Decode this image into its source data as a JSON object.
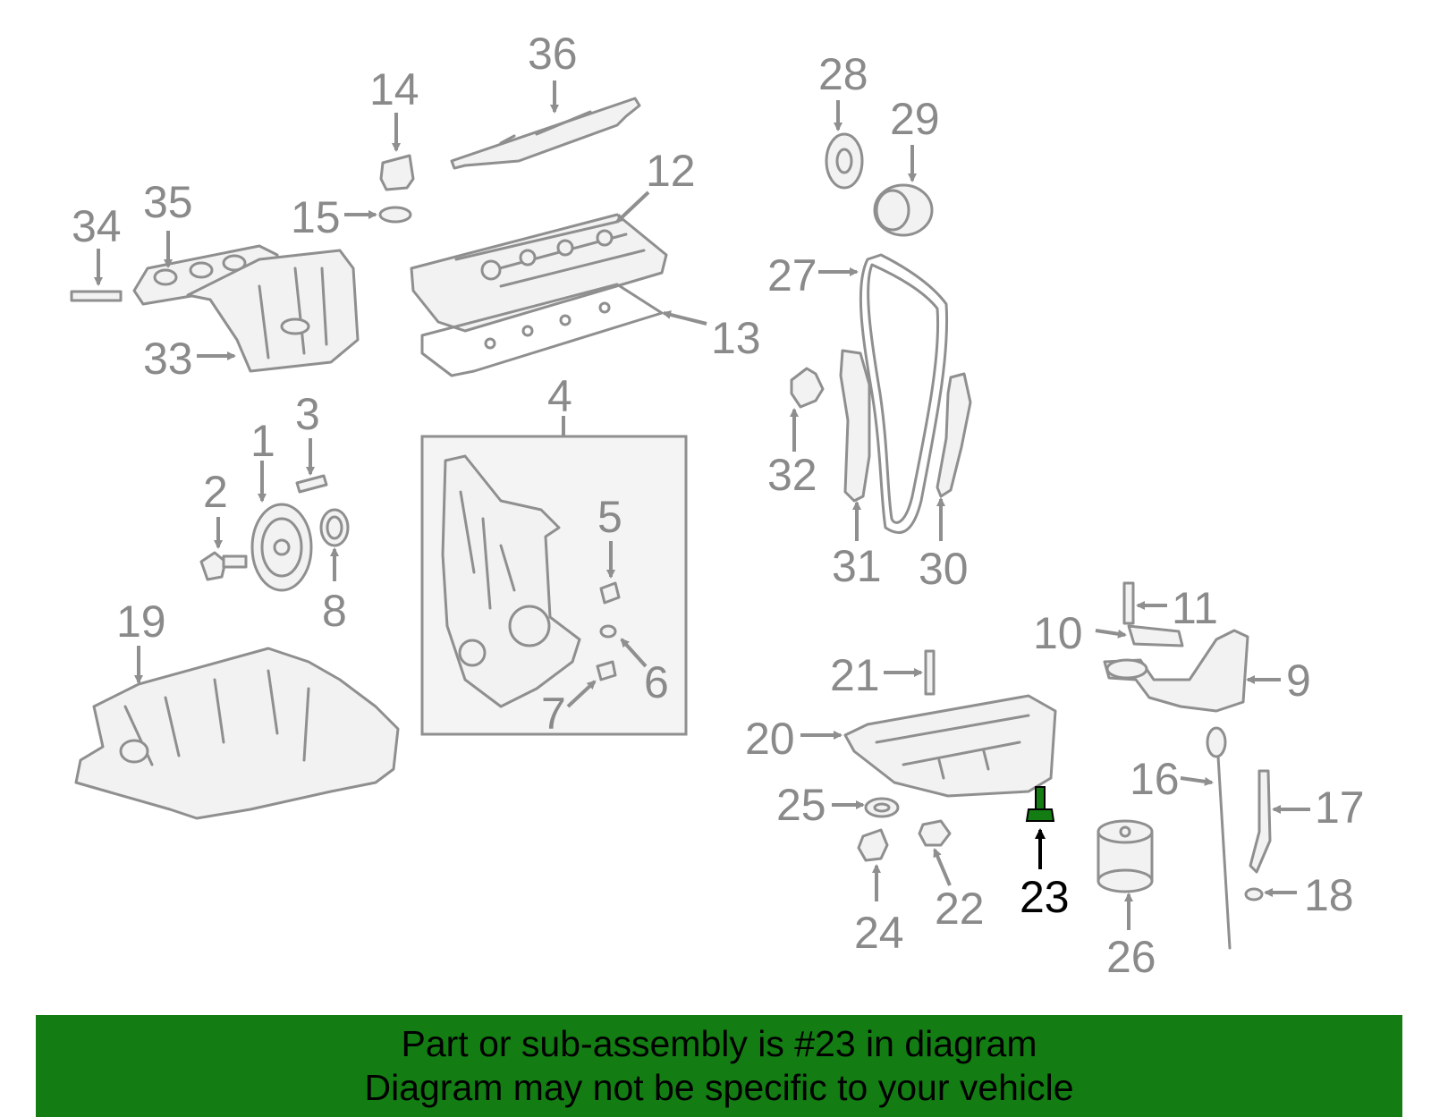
{
  "diagram": {
    "highlight_part": "23",
    "highlight_color": "#137d13",
    "labels": [
      "1",
      "2",
      "3",
      "4",
      "5",
      "6",
      "7",
      "8",
      "9",
      "10",
      "11",
      "12",
      "13",
      "14",
      "15",
      "16",
      "17",
      "18",
      "19",
      "20",
      "21",
      "22",
      "23",
      "24",
      "25",
      "26",
      "27",
      "28",
      "29",
      "30",
      "31",
      "32",
      "33",
      "34",
      "35",
      "36"
    ]
  },
  "footer": {
    "line1": "Part or sub-assembly is #23 in diagram",
    "line2": "Diagram may not be specific to your vehicle",
    "background": "#137d13"
  }
}
